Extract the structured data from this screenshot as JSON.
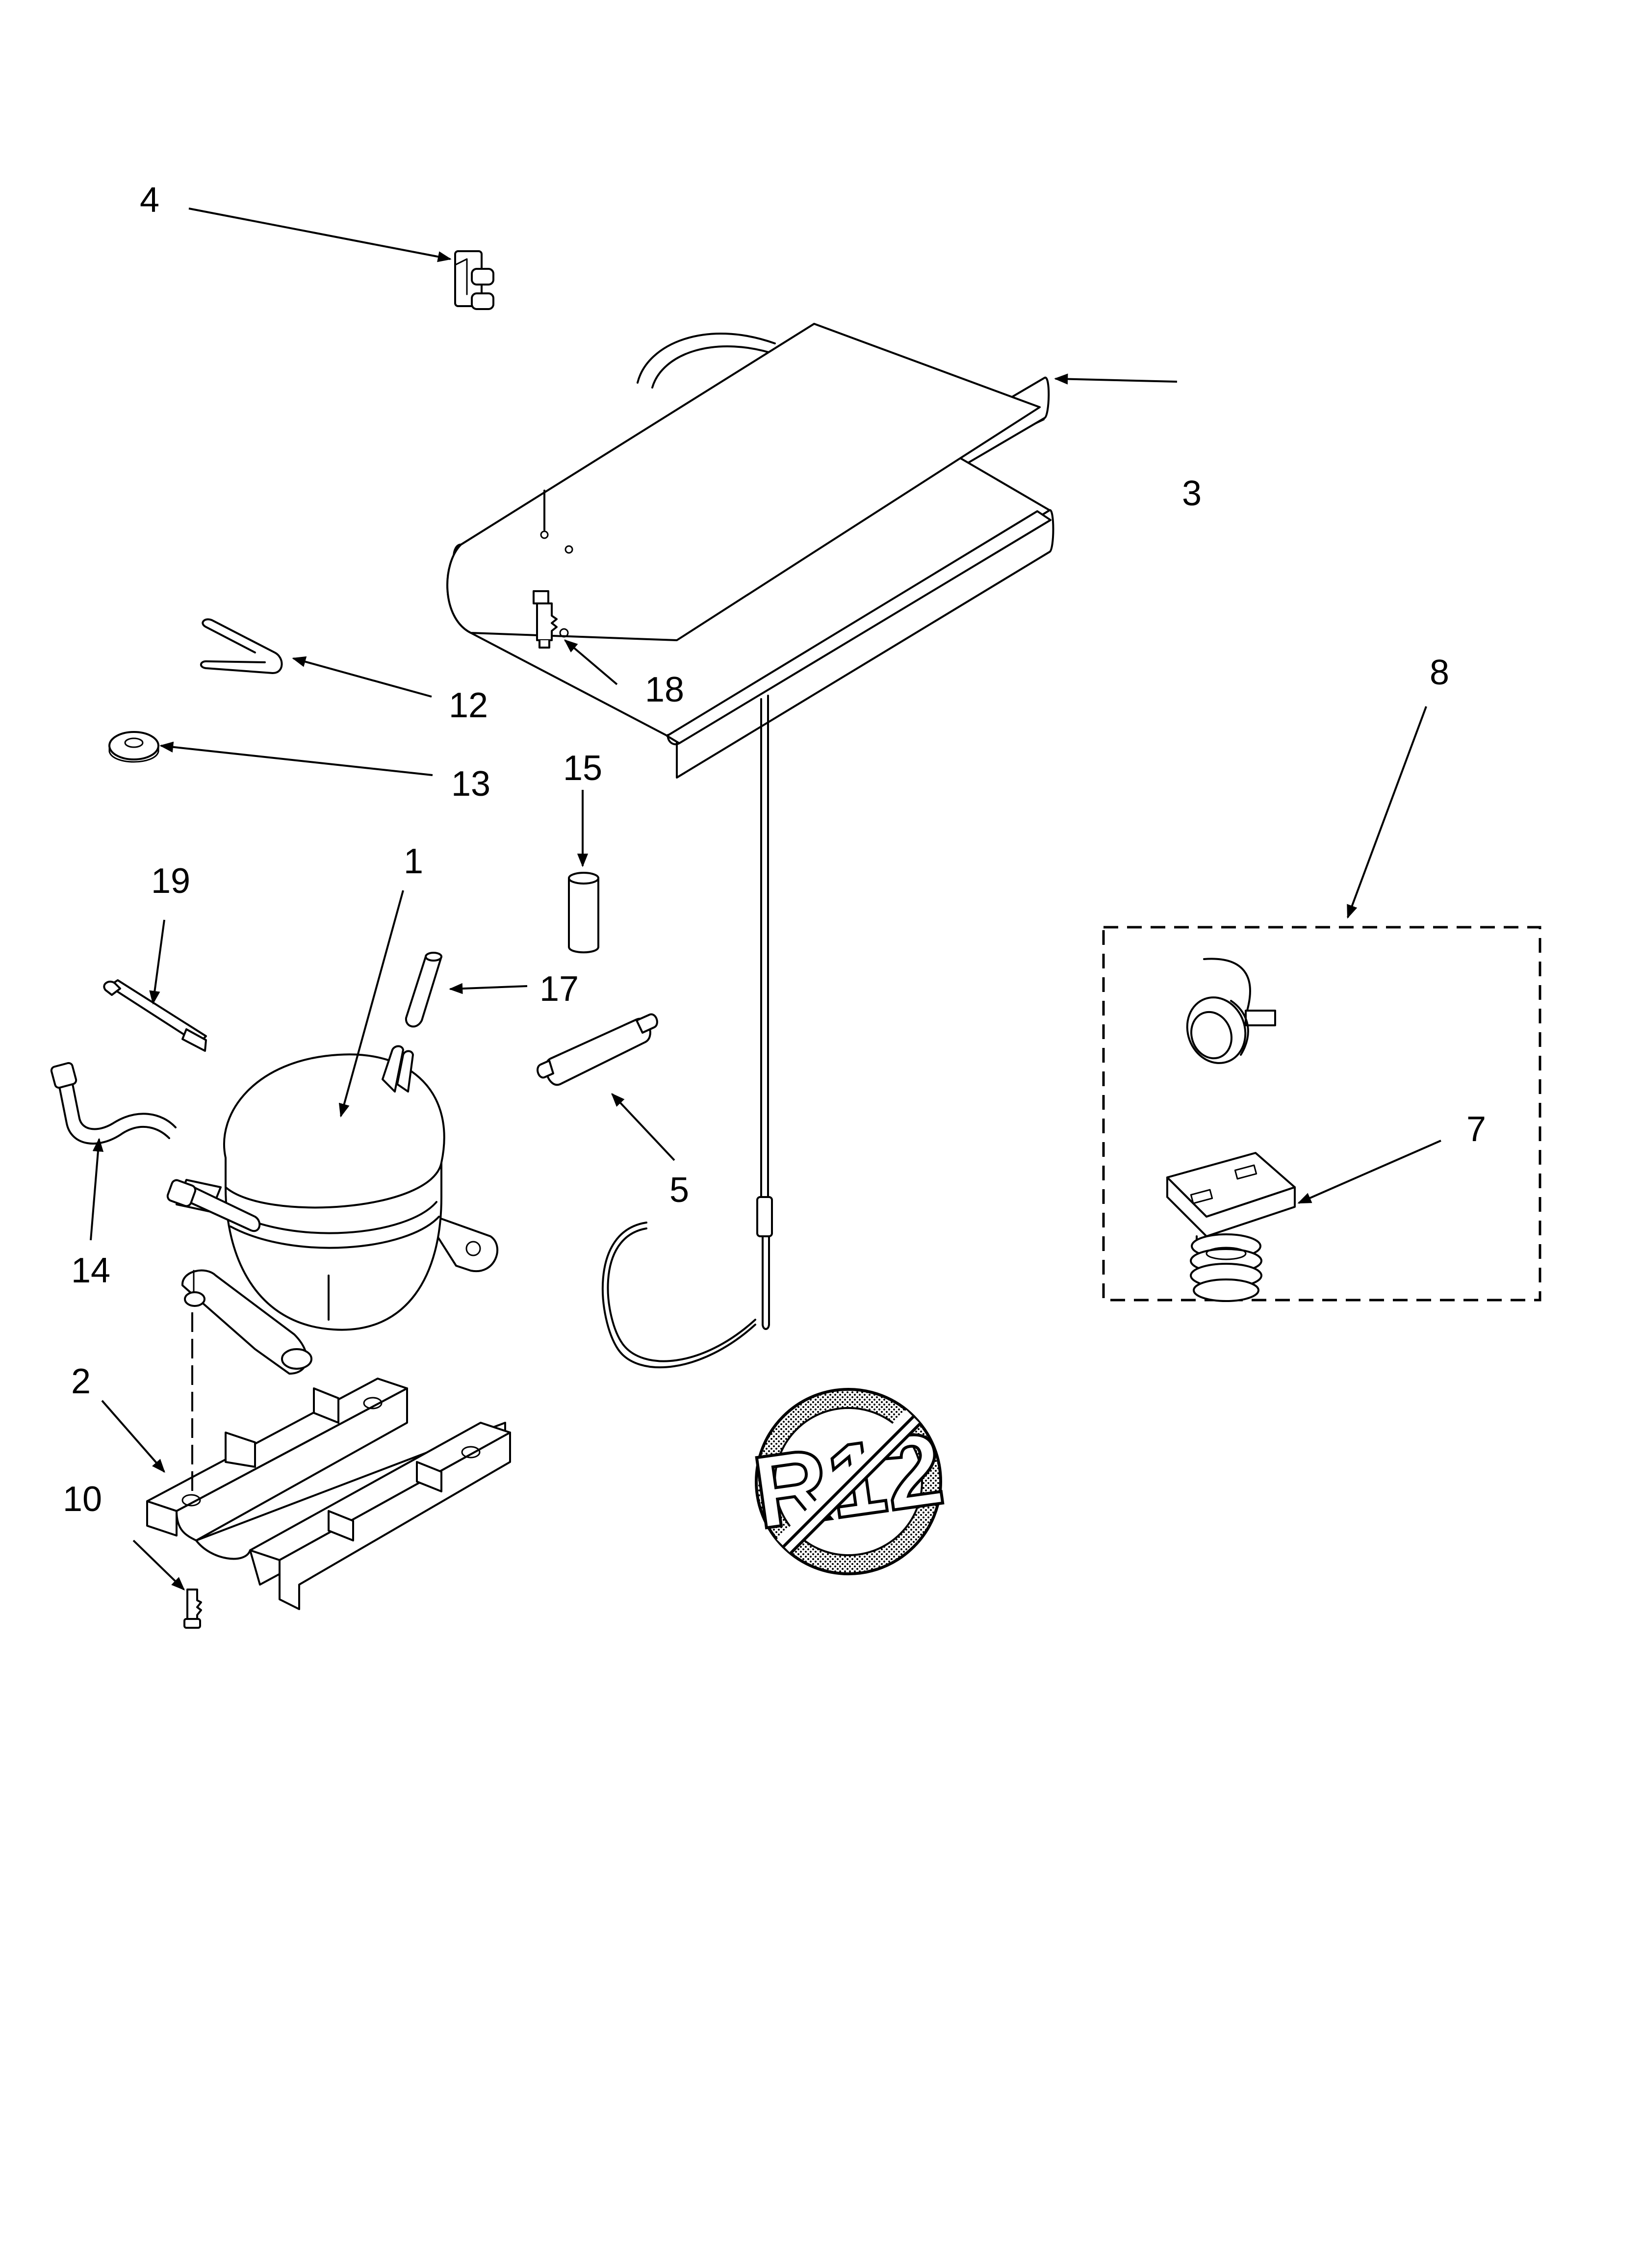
{
  "callouts": {
    "c1": "1",
    "c2": "2",
    "c3": "3",
    "c4": "4",
    "c5": "5",
    "c7": "7",
    "c8": "8",
    "c10": "10",
    "c12": "12",
    "c13": "13",
    "c14": "14",
    "c15": "15",
    "c17": "17",
    "c18": "18",
    "c19": "19"
  },
  "symbols": {
    "no_refrigerant": "R12"
  }
}
